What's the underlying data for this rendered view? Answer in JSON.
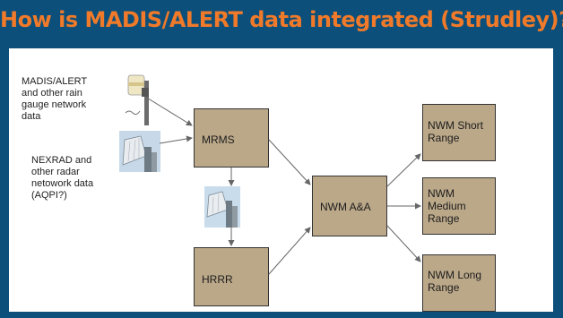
{
  "title": "How is MADIS/ALERT data integrated (Strudley)?",
  "sources": {
    "rain_gauge": "MADIS/ALERT and other rain gauge network data",
    "radar": "NEXRAD and other radar netowork data (AQPI?)"
  },
  "nodes": {
    "mrms": "MRMS",
    "hrrr": "HRRR",
    "nwm_aa": "NWM A&A",
    "short_range": "NWM Short Range",
    "medium_range": "NWM Medium Range",
    "long_range": "NWM Long Range"
  }
}
